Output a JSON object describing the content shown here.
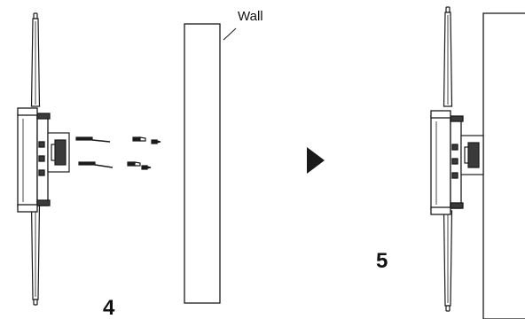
{
  "labels": {
    "wall": "Wall",
    "step_left": "4",
    "step_right": "5"
  },
  "colors": {
    "line": "#1a1a1a",
    "shade": "#3a3a3a",
    "background": "#ffffff"
  },
  "icons": {
    "arrow": "play-arrow-icon"
  }
}
